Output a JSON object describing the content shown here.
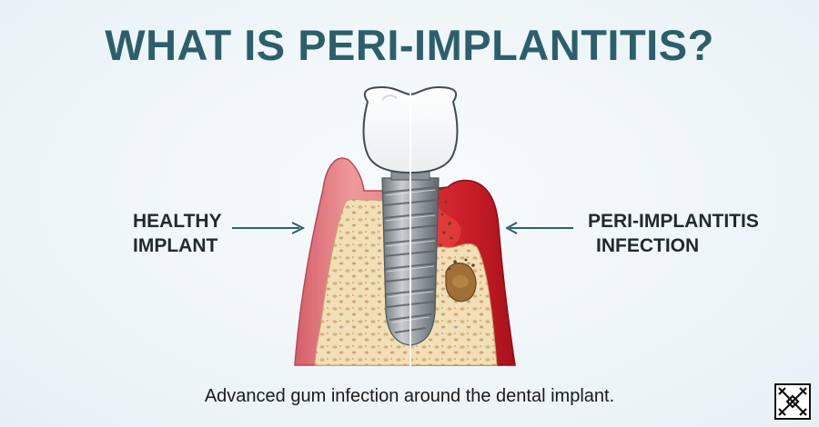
{
  "title": "WHAT IS PERI-IMPLANTITIS?",
  "labels": {
    "left": {
      "line1": "HEALTHY",
      "line2": "IMPLANT"
    },
    "right": {
      "line1": "PERI-IMPLANTITIS",
      "line2": "INFECTION"
    }
  },
  "caption": "Advanced gum infection around the dental implant.",
  "colors": {
    "title": "#2c5f6b",
    "arrow": "#2c5f6b",
    "healthy_gum": "#e9868a",
    "infected_gum": "#c8202a",
    "bone": "#f1dfb8",
    "crown": "#ffffff",
    "screw": "#9aa1a6"
  },
  "icons": {
    "logo": "geometric-logo-icon"
  }
}
